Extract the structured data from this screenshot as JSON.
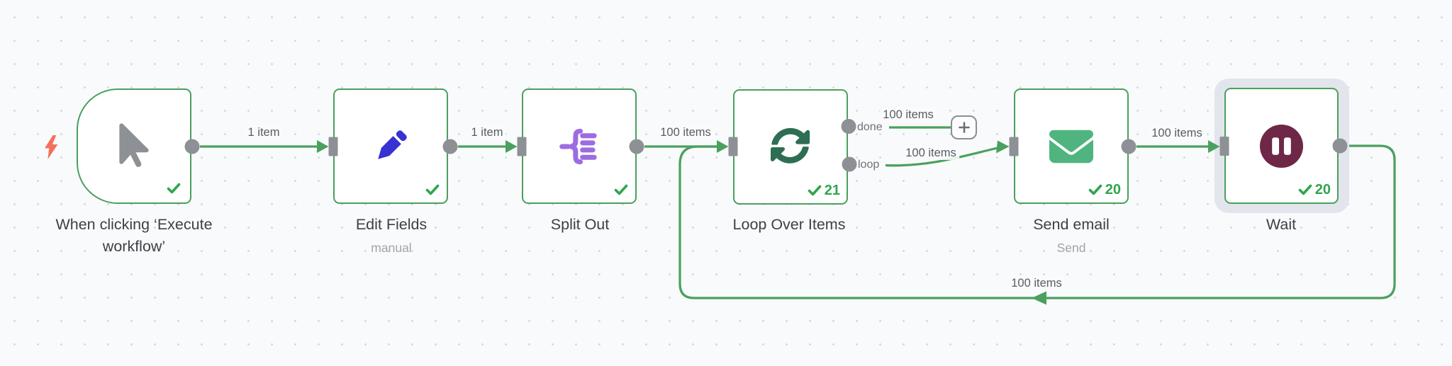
{
  "app": "workflow-canvas",
  "colors": {
    "canvas_bg": "#f9fafb",
    "grid_dot": "#d2d5db",
    "node_border_green": "#4aa05e",
    "connection_green": "#4aa05e",
    "port_gray": "#8d9095",
    "success_green": "#2fa64d",
    "title_text": "#3c4148",
    "subtitle_text": "#a1a5ab",
    "trigger_bolt_coral": "#f5705a",
    "cursor_gray": "#8d9095",
    "pencil_blue": "#3732d2",
    "split_purple": "#9d6ce0",
    "loop_dark_green": "#2e6e53",
    "envelope_green": "#4fb47e",
    "wait_maroon": "#6e2747",
    "selection_halo": "#e3e5ec"
  },
  "nodes": [
    {
      "title_line1": "When clicking ‘Execute",
      "title_line2": "workflow’",
      "icon": "mouse-pointer-icon",
      "status": "success"
    },
    {
      "title": "Edit Fields",
      "subtitle": "manual",
      "icon": "pencil-icon",
      "status": "success"
    },
    {
      "title": "Split Out",
      "icon": "split-icon",
      "status": "success"
    },
    {
      "title": "Loop Over Items",
      "icon": "loop-icon",
      "run_count": "21",
      "outputs": [
        "done",
        "loop"
      ],
      "status": "success"
    },
    {
      "title": "Send email",
      "subtitle": "Send",
      "icon": "envelope-icon",
      "run_count": "20",
      "status": "success"
    },
    {
      "title": "Wait",
      "icon": "pause-icon",
      "run_count": "20",
      "selected": true,
      "status": "success"
    }
  ],
  "connections": [
    {
      "from": "When clicking ‘Execute workflow’",
      "to": "Edit Fields",
      "label": "1 item"
    },
    {
      "from": "Edit Fields",
      "to": "Split Out",
      "label": "1 item"
    },
    {
      "from": "Split Out",
      "to": "Loop Over Items",
      "label": "100 items"
    },
    {
      "from": "Loop Over Items (done)",
      "to": "add-node-button",
      "label": "100 items"
    },
    {
      "from": "Loop Over Items (loop)",
      "to": "Send email",
      "label": "100 items"
    },
    {
      "from": "Send email",
      "to": "Wait",
      "label": "100 items"
    },
    {
      "from": "Wait",
      "to": "Loop Over Items",
      "label": "100 items"
    }
  ],
  "add_node_button": {
    "icon": "plus-icon"
  }
}
